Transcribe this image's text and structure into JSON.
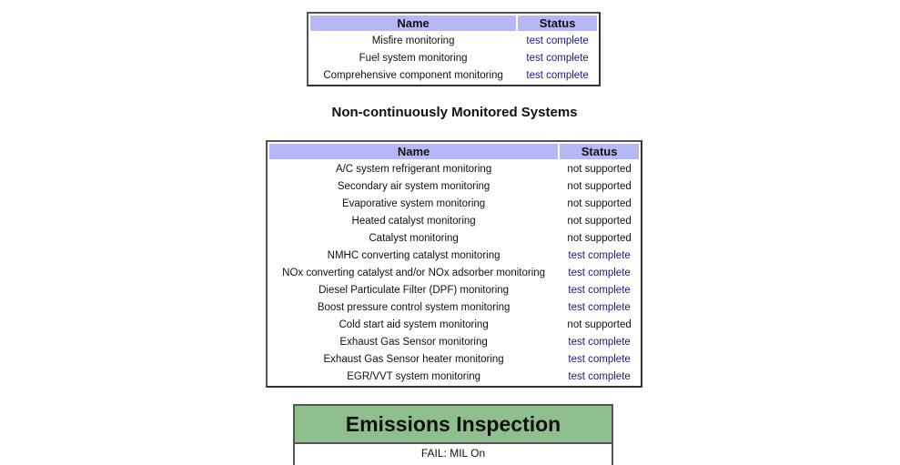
{
  "continuous": {
    "headers": {
      "name": "Name",
      "status": "Status"
    },
    "rows": [
      {
        "name": "Misfire monitoring",
        "status": "test complete"
      },
      {
        "name": "Fuel system monitoring",
        "status": "test complete"
      },
      {
        "name": "Comprehensive component monitoring",
        "status": "test complete"
      }
    ]
  },
  "noncontinuous": {
    "title": "Non-continuously Monitored Systems",
    "headers": {
      "name": "Name",
      "status": "Status"
    },
    "rows": [
      {
        "name": "A/C system refrigerant monitoring",
        "status": "not supported"
      },
      {
        "name": "Secondary air system monitoring",
        "status": "not supported"
      },
      {
        "name": "Evaporative system monitoring",
        "status": "not supported"
      },
      {
        "name": "Heated catalyst monitoring",
        "status": "not supported"
      },
      {
        "name": "Catalyst monitoring",
        "status": "not supported"
      },
      {
        "name": "NMHC converting catalyst monitoring",
        "status": "test complete"
      },
      {
        "name": "NOx converting catalyst and/or NOx adsorber monitoring",
        "status": "test complete"
      },
      {
        "name": "Diesel Particulate Filter (DPF) monitoring",
        "status": "test complete"
      },
      {
        "name": "Boost pressure control system monitoring",
        "status": "test complete"
      },
      {
        "name": "Cold start aid system monitoring",
        "status": "not supported"
      },
      {
        "name": "Exhaust Gas Sensor monitoring",
        "status": "test complete"
      },
      {
        "name": "Exhaust Gas Sensor heater monitoring",
        "status": "test complete"
      },
      {
        "name": "EGR/VVT system monitoring",
        "status": "test complete"
      }
    ]
  },
  "emissions": {
    "title": "Emissions Inspection",
    "result": "FAIL: MIL On"
  },
  "colors": {
    "table_header_bg": "#b7b7f7",
    "emissions_header_bg": "#8fbf8f",
    "status_complete": "#1a1a80"
  }
}
